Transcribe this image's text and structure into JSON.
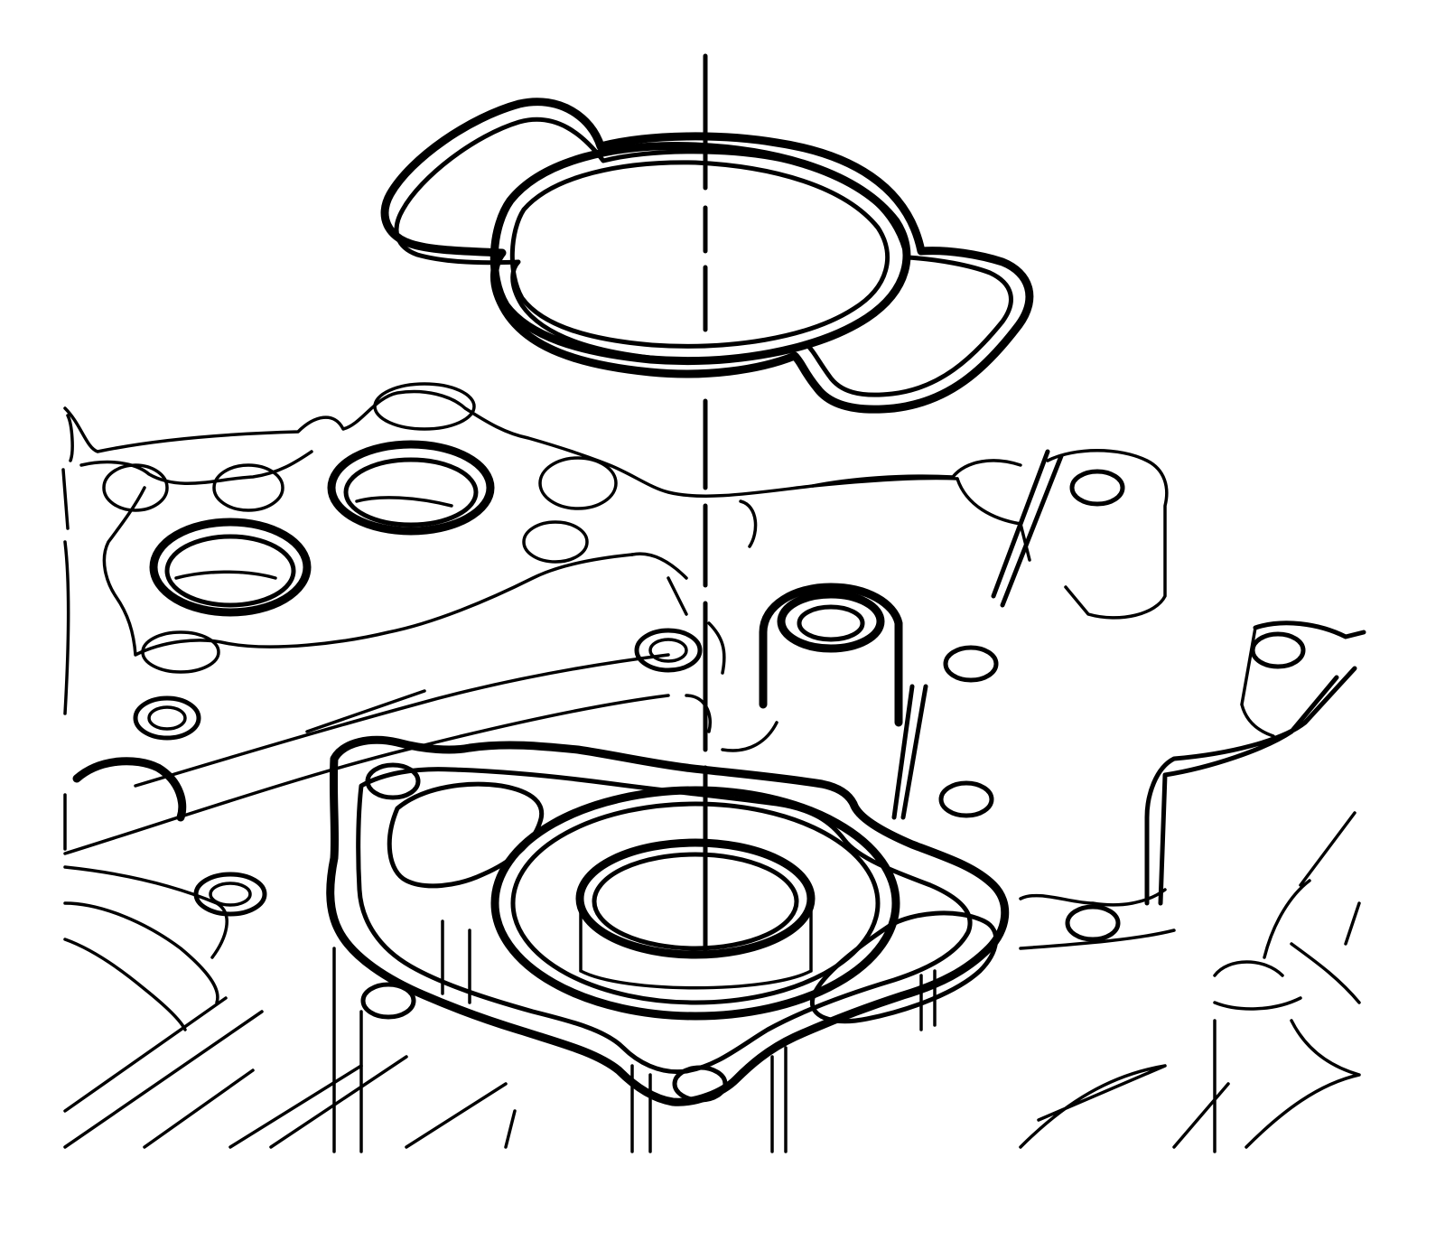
{
  "diagram": {
    "kind": "exploded-view line drawing",
    "parts": [
      "gasket",
      "housing"
    ],
    "line_color": "#000000",
    "background_color": "#ffffff",
    "text": []
  }
}
